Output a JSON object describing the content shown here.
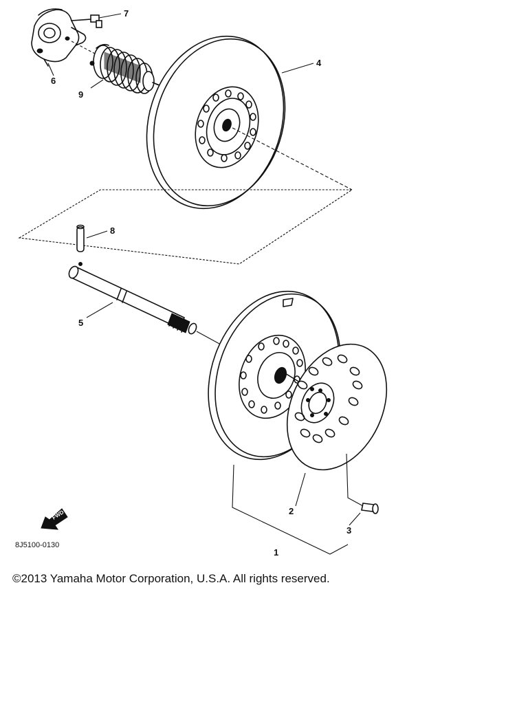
{
  "diagram": {
    "callouts": {
      "c1": "1",
      "c2": "2",
      "c3": "3",
      "c4": "4",
      "c5": "5",
      "c6": "6",
      "c7": "7",
      "c8": "8",
      "c9": "9"
    },
    "drawing_code": "8J5100-0130",
    "fwd_label": "FWD"
  },
  "footer": {
    "copyright": "©2013 Yamaha Motor Corporation, U.S.A. All rights reserved."
  }
}
